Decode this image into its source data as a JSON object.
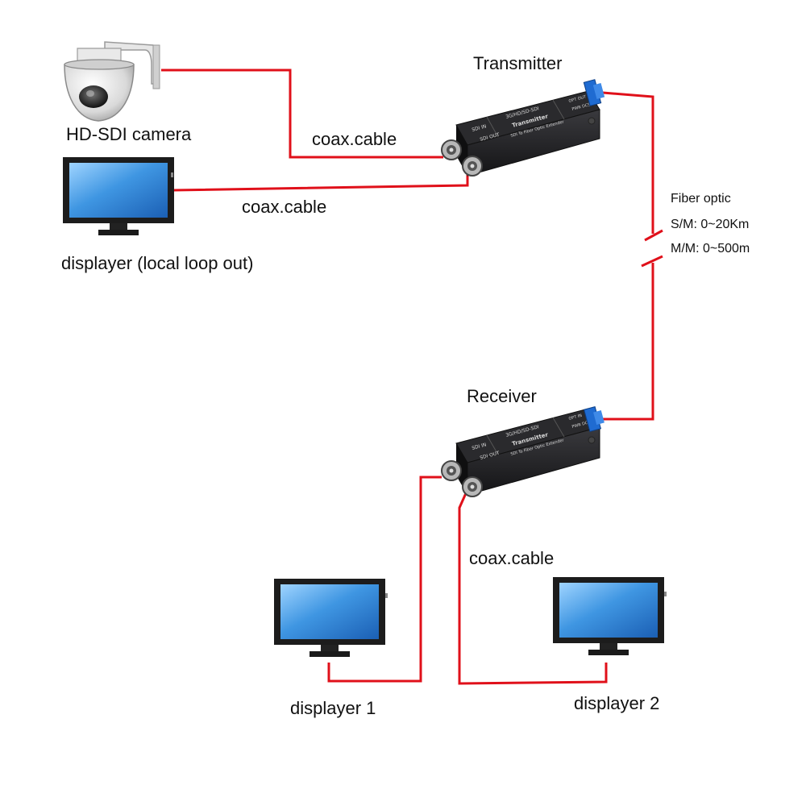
{
  "devices": {
    "transmitter": {
      "title": "Transmitter",
      "face_model": "3G/HD/SD-SDI",
      "face_name": "Transmitter",
      "face_sub": "SDI To Fiber Optic Extender",
      "port_in": "SDI IN",
      "port_out": "SDI OUT",
      "port_opt": "OPT OUT",
      "port_pwr": "PWR DC5V"
    },
    "receiver": {
      "title": "Receiver",
      "face_model": "3G/HD/SD-SDI",
      "face_name": "Transmitter",
      "face_sub": "SDI To Fiber Optic Extender",
      "port_in": "SDI IN",
      "port_out": "SDI OUT",
      "port_opt": "OPT IN",
      "port_pwr": "PWR DC5V"
    }
  },
  "labels": {
    "camera": "HD-SDI camera",
    "coax_top": "coax.cable",
    "coax_mid": "coax.cable",
    "local_display": "displayer (local loop out)",
    "coax_bottom": "coax.cable",
    "display_1": "displayer 1",
    "display_2": "displayer 2"
  },
  "fiber": {
    "title": "Fiber optic",
    "sm": "S/M: 0~20Km",
    "mm": "M/M: 0~500m"
  },
  "icons": {
    "camera": "dome-camera-icon",
    "monitor": "monitor-icon",
    "device": "sdi-extender-device"
  },
  "colors": {
    "cable": "#e0101a",
    "screen": "#2a7fd0",
    "device_body": "#1e1e20",
    "connector": "#1f6bd1"
  }
}
